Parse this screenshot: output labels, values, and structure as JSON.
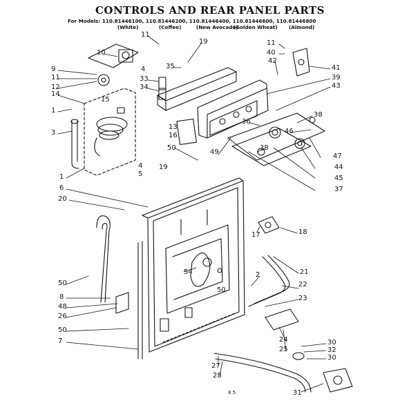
{
  "title": "CONTROLS AND REAR PANEL PARTS",
  "models_line": "For Models: 110.81446100, 110.81446200, 110.81446400, 110.81446600, 110.81446800",
  "model_colors": [
    "(White)",
    "(Coffee)",
    "(New Avocado)",
    "(Golden Wheat)",
    "(Almond)"
  ],
  "page_code": "8 5",
  "callouts": [
    "11",
    "19",
    "10",
    "9",
    "11",
    "12",
    "14",
    "15",
    "1",
    "3",
    "4",
    "33",
    "34",
    "35",
    "13",
    "16",
    "50",
    "4",
    "5",
    "19",
    "1",
    "6",
    "20",
    "11",
    "40",
    "42",
    "41",
    "39",
    "43",
    "38",
    "36",
    "46",
    "47",
    "38",
    "49",
    "44",
    "45",
    "37",
    "17",
    "18",
    "21",
    "54",
    "2",
    "50",
    "22",
    "23",
    "50",
    "8",
    "48",
    "26",
    "50",
    "7",
    "24",
    "25",
    "27",
    "28",
    "30",
    "32",
    "30",
    "31"
  ]
}
